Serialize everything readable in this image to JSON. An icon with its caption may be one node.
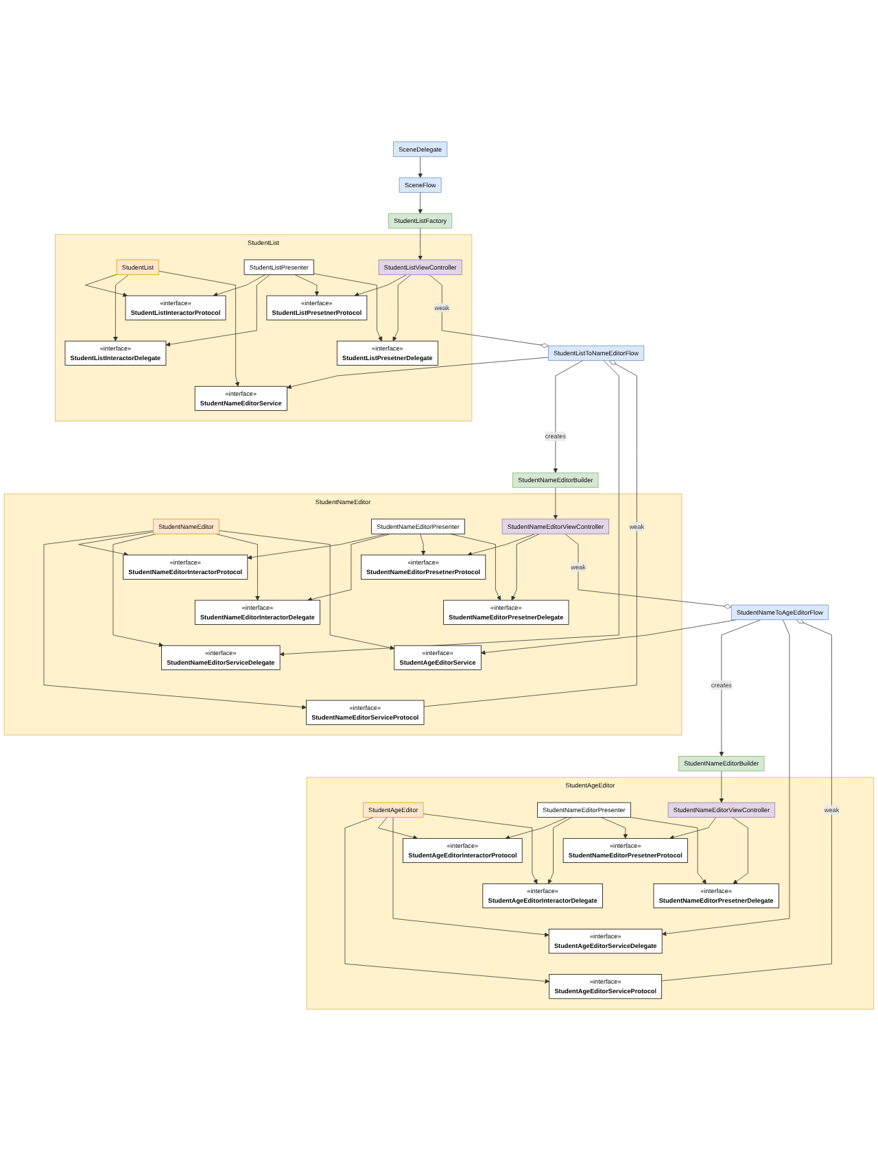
{
  "diagram": {
    "nodes": [
      {
        "text": [
          "SceneDelegate"
        ]
      },
      {
        "text": [
          "SceneFlow"
        ]
      },
      {
        "text": [
          "StudentListFactory"
        ]
      },
      {
        "text": [
          "StudentList"
        ]
      },
      {
        "text": [
          "«interface»",
          "StudentListPresetnerProtocol"
        ],
        "in": 3
      },
      {
        "text": [
          "«interface»",
          "StudentListInteractorProtocol"
        ],
        "in": 3
      },
      {
        "text": [
          "StudentList"
        ],
        "in": 3
      },
      {
        "text": [
          "StudentListPresenter"
        ],
        "in": 3
      },
      {
        "text": [
          "StudentListViewController"
        ],
        "in": 3
      },
      {
        "text": [
          "«interface»",
          "StudentListInteractorDelegate"
        ],
        "in": 3
      },
      {
        "text": [
          "«interface»",
          "StudentListPresetnerDelegate"
        ],
        "in": 3
      },
      {
        "text": [
          "«interface»",
          "StudentNameEditorService"
        ],
        "in": 3
      },
      {
        "text": [
          "StudentListToNameEditorFlow"
        ]
      },
      {
        "text": [
          "StudentNameEditorBuilder"
        ]
      },
      {
        "text": [
          "StudentNameEditor"
        ]
      },
      {
        "text": [
          "«interface»",
          "StudentNameEditorPresetnerProtocol"
        ],
        "in": 14
      },
      {
        "text": [
          "«interface»",
          "StudentNameEditorServiceProtocol"
        ],
        "in": 14
      },
      {
        "text": [
          "«interface»",
          "StudentNameEditorInteractorProtocol"
        ],
        "in": 14
      },
      {
        "text": [
          "StudentNameEditor"
        ],
        "in": 14
      },
      {
        "text": [
          "StudentNameEditorPresenter"
        ],
        "in": 14
      },
      {
        "text": [
          "StudentNameEditorViewController"
        ],
        "in": 14
      },
      {
        "text": [
          "«interface»",
          "StudentNameEditorServiceDelegate"
        ],
        "in": 14
      },
      {
        "text": [
          "«interface»",
          "StudentNameEditorInteractorDelegate"
        ],
        "in": 14
      },
      {
        "text": [
          "«interface»",
          "StudentNameEditorPresetnerDelegate"
        ],
        "in": 14
      },
      {
        "text": [
          "«interface»",
          "StudentAgeEditorService"
        ],
        "in": 14
      },
      {
        "text": [
          "StudentNameToAgeEditorFlow"
        ]
      },
      {
        "text": [
          "StudentNameEditorBuilder"
        ]
      },
      {
        "text": [
          "StudentAgeEditor"
        ]
      },
      {
        "text": [
          "«interface»",
          "StudentNameEditorPresetnerProtocol"
        ],
        "in": 27
      },
      {
        "text": [
          "«interface»",
          "StudentAgeEditorServiceProtocol"
        ],
        "in": 27
      },
      {
        "text": [
          "«interface»",
          "StudentAgeEditorInteractorProtocol"
        ],
        "in": 27
      },
      {
        "text": [
          "StudentAgeEditor"
        ],
        "in": 27
      },
      {
        "text": [
          "StudentNameEditorPresenter"
        ],
        "in": 27
      },
      {
        "text": [
          "StudentNameEditorViewController"
        ],
        "in": 27
      },
      {
        "text": [
          "«interface»",
          "StudentAgeEditorServiceDelegate"
        ],
        "in": 27
      },
      {
        "text": [
          "«interface»",
          "StudentAgeEditorInteractorDelegate"
        ],
        "in": 27
      },
      {
        "text": [
          "«interface»",
          "StudentNameEditorPresetnerDelegate"
        ],
        "in": 27
      }
    ],
    "edges": [
      {
        "from": 0,
        "to": 1,
        "arrow": "to"
      },
      {
        "from": 1,
        "to": 2,
        "arrow": "to"
      },
      {
        "from": 2,
        "to": 8,
        "arrow": "to"
      },
      {
        "from": 6,
        "to": 5,
        "arrow": "to"
      },
      {
        "from": 6,
        "to": 9,
        "arrow": "to"
      },
      {
        "from": 6,
        "to": 11,
        "arrow": "to"
      },
      {
        "from": 7,
        "to": 5,
        "arrow": "to"
      },
      {
        "from": 7,
        "to": 9,
        "arrow": "to"
      },
      {
        "from": 7,
        "to": 4,
        "arrow": "to"
      },
      {
        "from": 7,
        "to": 10,
        "arrow": "to"
      },
      {
        "from": 8,
        "to": 4,
        "arrow": "to"
      },
      {
        "from": 8,
        "to": 10,
        "arrow": "to"
      },
      {
        "from": 12,
        "to": 11,
        "arrow": "to"
      },
      {
        "from": 8,
        "to": 12,
        "arrow": "other",
        "label": "weak"
      },
      {
        "from": 12,
        "to": 13,
        "arrow": "to",
        "label": "creates"
      },
      {
        "from": 12,
        "to": 21,
        "arrow": "to"
      },
      {
        "from": 12,
        "to": 16,
        "arrow": "other",
        "label": "weak"
      },
      {
        "from": 13,
        "to": 20,
        "arrow": "to"
      },
      {
        "from": 18,
        "to": 16,
        "arrow": "to"
      },
      {
        "from": 18,
        "to": 17,
        "arrow": "to"
      },
      {
        "from": 18,
        "to": 21,
        "arrow": "to"
      },
      {
        "from": 18,
        "to": 22,
        "arrow": "to"
      },
      {
        "from": 18,
        "to": 24,
        "arrow": "to"
      },
      {
        "from": 19,
        "to": 17,
        "arrow": "to"
      },
      {
        "from": 19,
        "to": 22,
        "arrow": "to"
      },
      {
        "from": 19,
        "to": 15,
        "arrow": "to"
      },
      {
        "from": 19,
        "to": 23,
        "arrow": "to"
      },
      {
        "from": 20,
        "to": 15,
        "arrow": "to"
      },
      {
        "from": 20,
        "to": 23,
        "arrow": "to"
      },
      {
        "from": 25,
        "to": 24,
        "arrow": "to"
      },
      {
        "from": 20,
        "to": 25,
        "arrow": "other",
        "label": "weak"
      },
      {
        "from": 25,
        "to": 26,
        "arrow": "to",
        "label": "creates"
      },
      {
        "from": 25,
        "to": 34,
        "arrow": "to"
      },
      {
        "from": 25,
        "to": 29,
        "arrow": "other",
        "label": "weak"
      },
      {
        "from": 26,
        "to": 33,
        "arrow": "to"
      },
      {
        "from": 31,
        "to": 29,
        "arrow": "to"
      },
      {
        "from": 31,
        "to": 30,
        "arrow": "to"
      },
      {
        "from": 31,
        "to": 34,
        "arrow": "to"
      },
      {
        "from": 31,
        "to": 35,
        "arrow": "to"
      },
      {
        "from": 32,
        "to": 30,
        "arrow": "to"
      },
      {
        "from": 32,
        "to": 35,
        "arrow": "to"
      },
      {
        "from": 32,
        "to": 28,
        "arrow": "to"
      },
      {
        "from": 32,
        "to": 36,
        "arrow": "to"
      },
      {
        "from": 33,
        "to": 28,
        "arrow": "to"
      },
      {
        "from": 33,
        "to": 36,
        "arrow": "to"
      }
    ]
  }
}
